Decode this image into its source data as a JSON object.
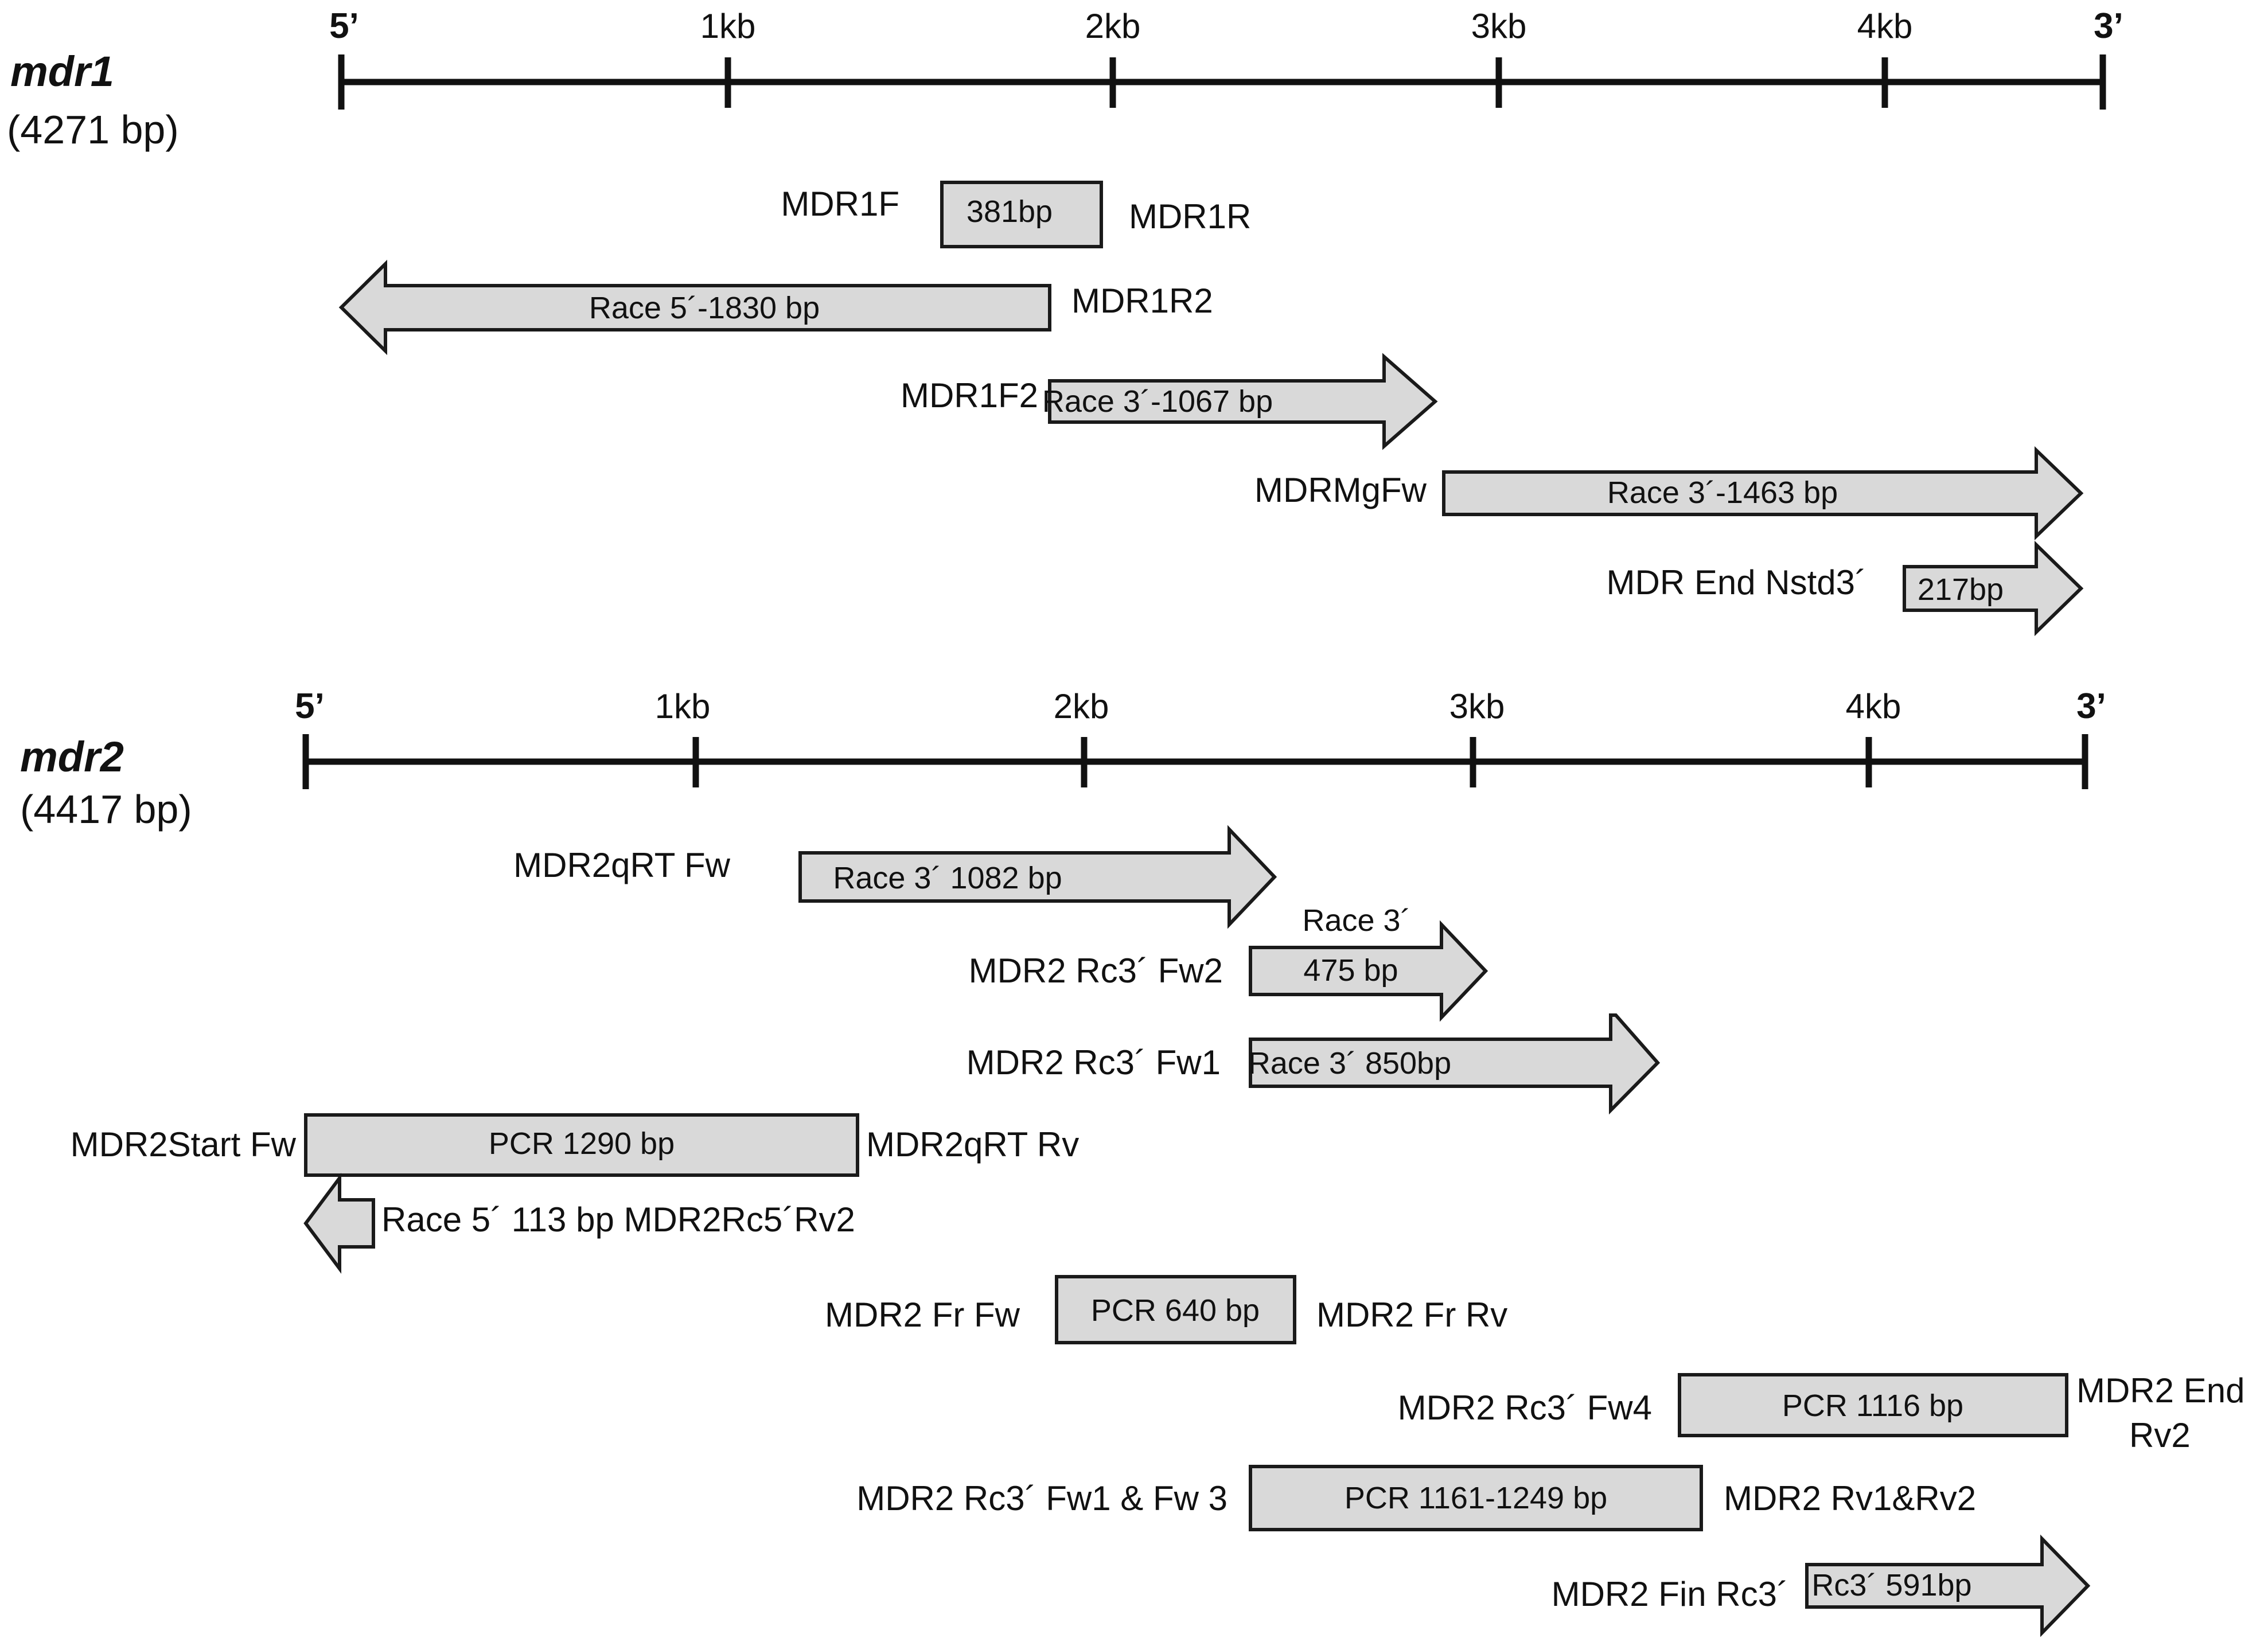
{
  "genes": [
    {
      "name": "mdr1",
      "length_text": "(4271 bp)",
      "end5": "5’",
      "end3": "3’",
      "ticks": [
        "1kb",
        "2kb",
        "3kb",
        "4kb"
      ],
      "amplicons": [
        {
          "shape": "box",
          "label": "381bp",
          "fwd_primer": "MDR1F",
          "rev_primer": "MDR1R"
        },
        {
          "shape": "arrow-left",
          "label": "Race 5´-1830 bp",
          "rev_primer": "MDR1R2"
        },
        {
          "shape": "arrow-right",
          "label": "Race 3´-1067 bp",
          "fwd_primer": "MDR1F2"
        },
        {
          "shape": "arrow-right",
          "label": "Race 3´-1463 bp",
          "fwd_primer": "MDRMgFw"
        },
        {
          "shape": "arrow-right",
          "label": "217bp",
          "fwd_primer": "MDR End Nstd3´"
        }
      ]
    },
    {
      "name": "mdr2",
      "length_text": "(4417 bp)",
      "end5": "5’",
      "end3": "3’",
      "ticks": [
        "1kb",
        "2kb",
        "3kb",
        "4kb"
      ],
      "amplicons": [
        {
          "shape": "arrow-right",
          "label": "Race 3´ 1082 bp",
          "fwd_primer": "MDR2qRT Fw"
        },
        {
          "shape": "arrow-right",
          "label": "475 bp",
          "label_above": "Race 3´",
          "fwd_primer": "MDR2 Rc3´ Fw2"
        },
        {
          "shape": "arrow-right",
          "label": "Race 3´ 850bp",
          "fwd_primer": "MDR2 Rc3´ Fw1"
        },
        {
          "shape": "box",
          "label": "PCR 1290 bp",
          "fwd_primer": "MDR2Start Fw",
          "rev_primer": "MDR2qRT Rv"
        },
        {
          "shape": "arrow-left",
          "label": "Race 5´ 113 bp MDR2Rc5´Rv2"
        },
        {
          "shape": "box",
          "label": "PCR 640 bp",
          "fwd_primer": "MDR2 Fr Fw",
          "rev_primer": "MDR2 Fr Rv"
        },
        {
          "shape": "box",
          "label": "PCR 1116 bp",
          "fwd_primer": "MDR2 Rc3´ Fw4",
          "rev_primer_lines": [
            "MDR2 End",
            "Rv2"
          ]
        },
        {
          "shape": "box",
          "label": "PCR 1161-1249 bp",
          "fwd_primer": "MDR2 Rc3´ Fw1 & Fw 3",
          "rev_primer": "MDR2 Rv1&Rv2"
        },
        {
          "shape": "arrow-right",
          "label": "Rc3´ 591bp",
          "fwd_primer": "MDR2 Fin Rc3´"
        }
      ]
    }
  ]
}
